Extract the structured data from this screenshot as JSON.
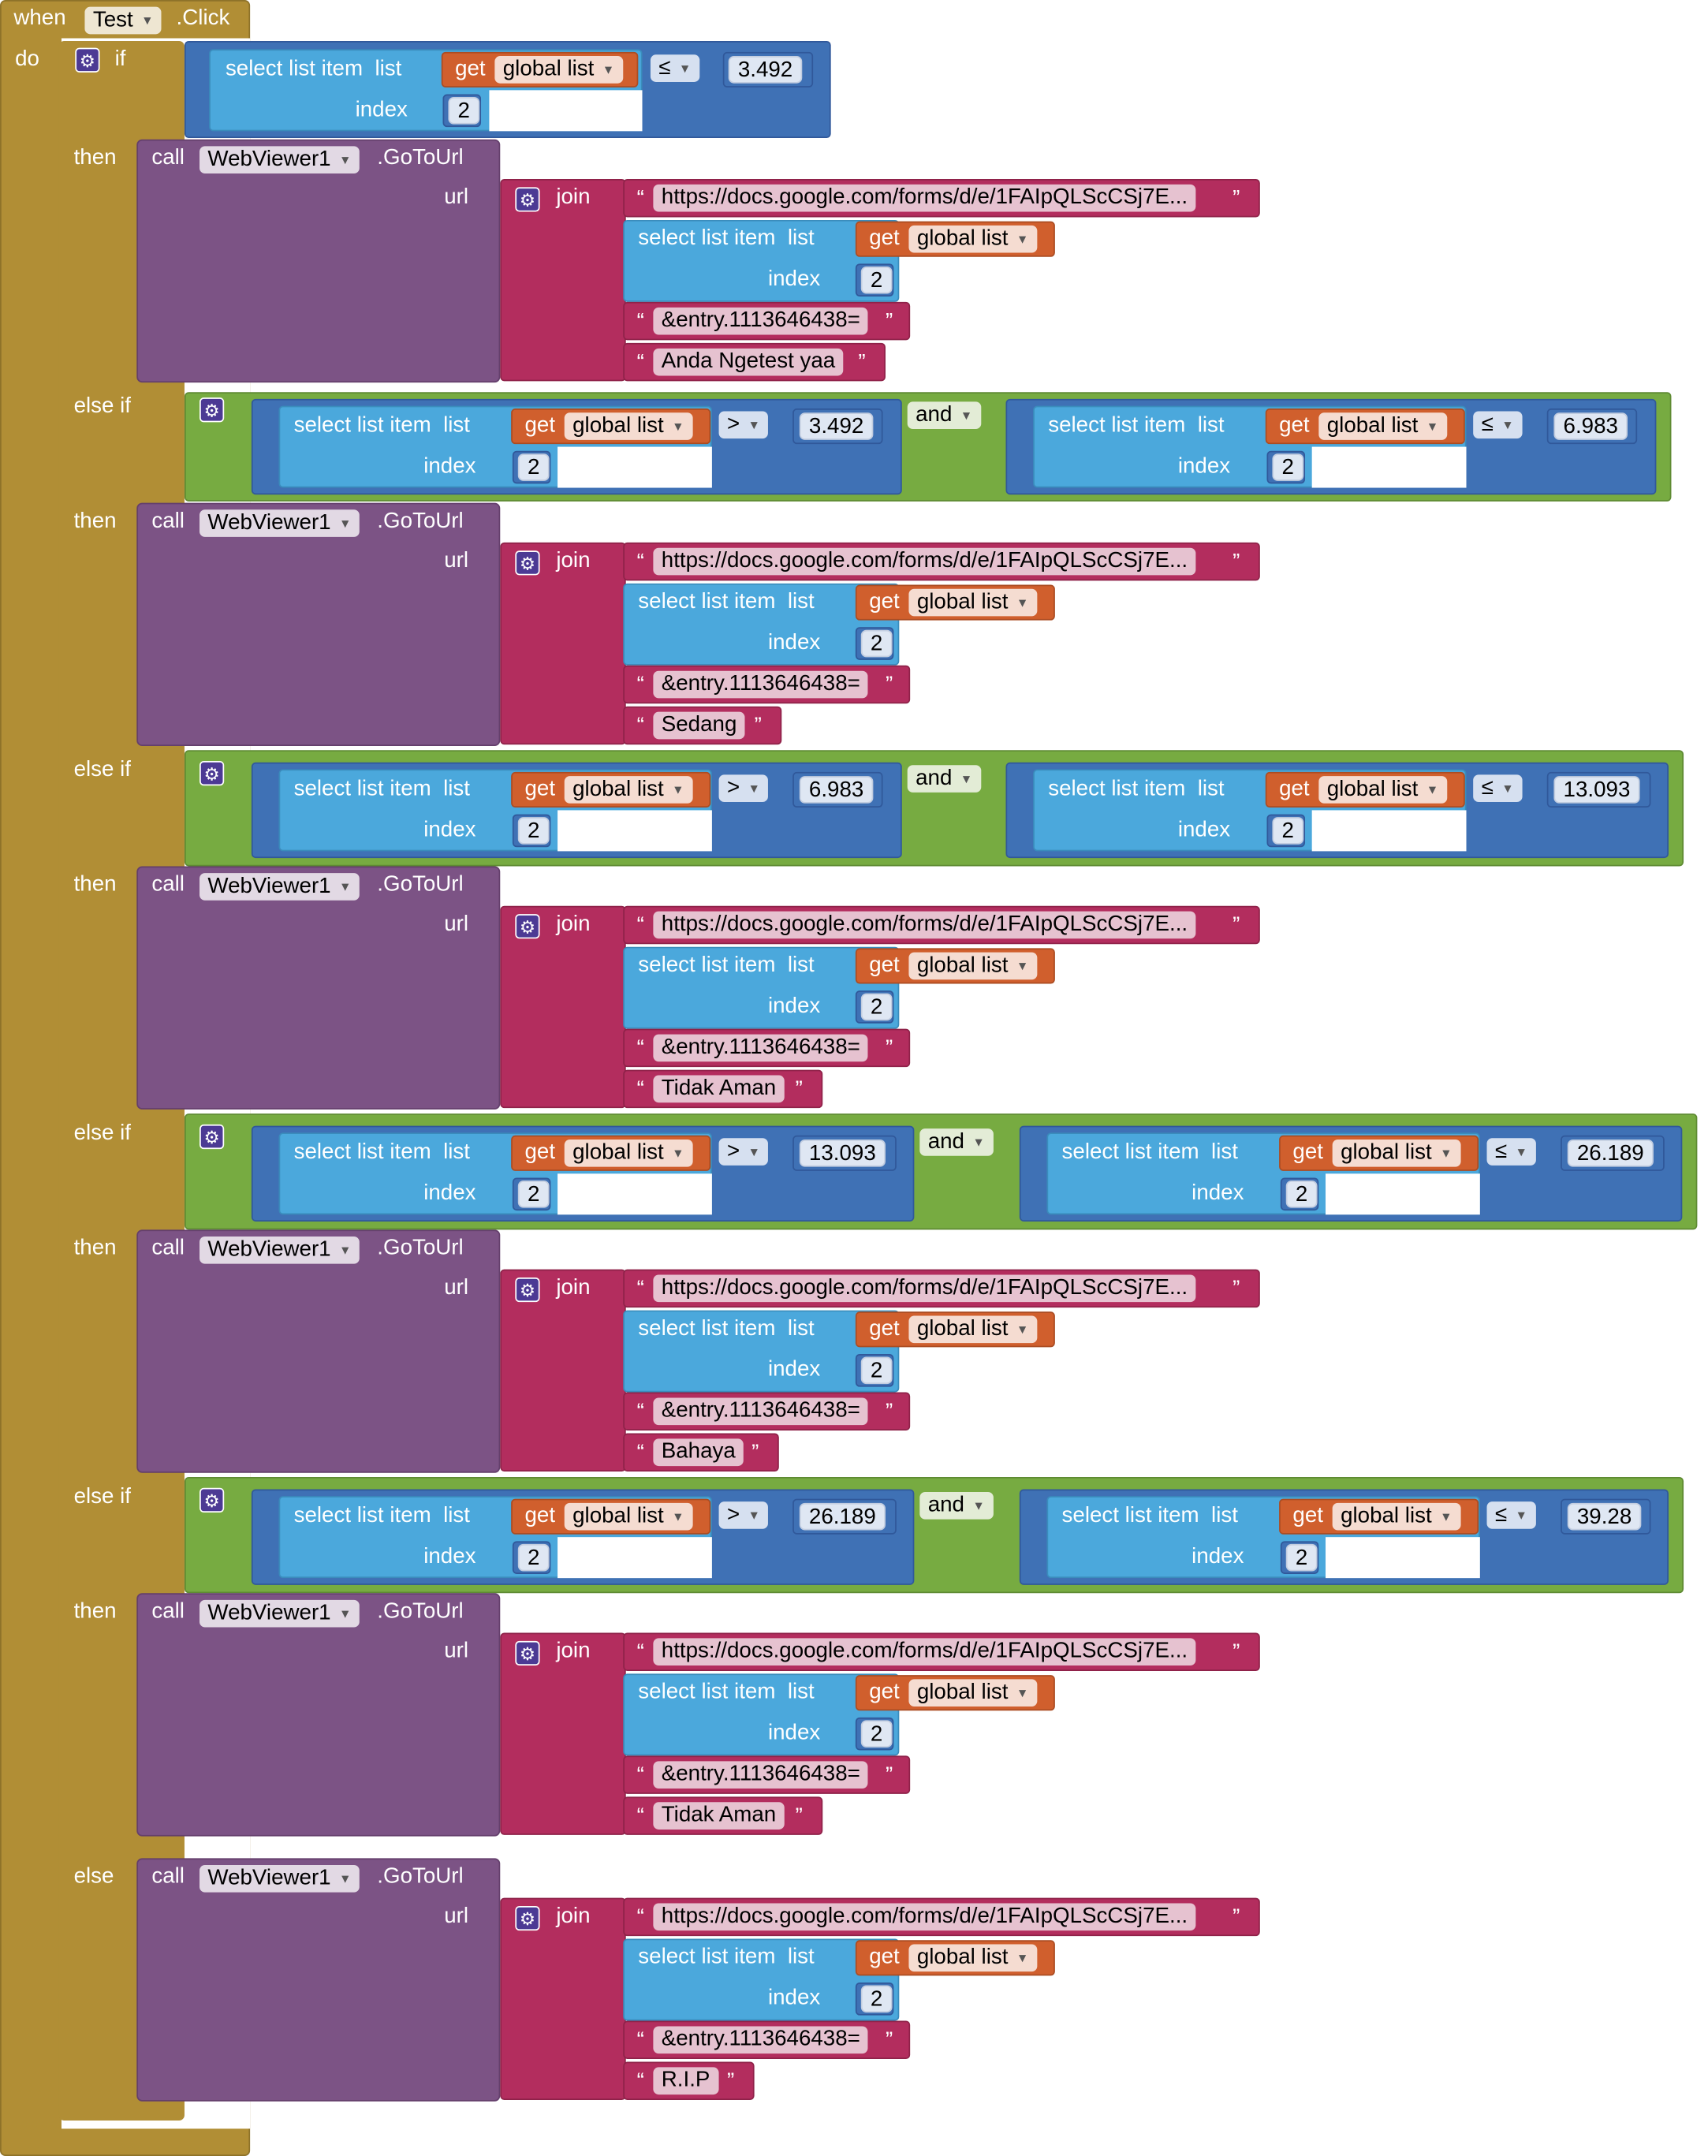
{
  "event": {
    "when": "when",
    "component": "Test",
    "event": ".Click",
    "do": "do"
  },
  "ifblock": {
    "if": "if",
    "then": "then",
    "else_if": "else if",
    "else": "else"
  },
  "list": {
    "select": "select list item",
    "list_word": "list",
    "index_word": "index",
    "index_value": "2",
    "get": "get",
    "var": "global list"
  },
  "call": {
    "call": "call",
    "component": "WebViewer1",
    "method": ".GoToUrl",
    "url": "url",
    "join": "join"
  },
  "text": {
    "url_string": "https://docs.google.com/forms/d/e/1FAIpQLScCSj7E...",
    "entry_string": "&entry.1113646438=",
    "quote_open": "“",
    "quote_close": "”"
  },
  "and": "and",
  "conditions": [
    {
      "op": "≤",
      "value": "3.492"
    },
    {
      "left_op": ">",
      "left_value": "3.492",
      "right_op": "≤",
      "right_value": "6.983"
    },
    {
      "left_op": ">",
      "left_value": "6.983",
      "right_op": "≤",
      "right_value": "13.093"
    },
    {
      "left_op": ">",
      "left_value": "13.093",
      "right_op": "≤",
      "right_value": "26.189"
    },
    {
      "left_op": ">",
      "left_value": "26.189",
      "right_op": "≤",
      "right_value": "39.28"
    }
  ],
  "results": [
    "Anda Ngetest yaa",
    "Sedang",
    "Tidak Aman",
    "Bahaya",
    "Tidak Aman",
    "R.I.P"
  ],
  "colors": {
    "event": "#b18e35",
    "logic": "#77ab41",
    "math_compare": "#3f71b5",
    "list": "#4ba8dc",
    "variable": "#d05f2d",
    "component": "#7c5385",
    "text": "#b32d5e"
  }
}
